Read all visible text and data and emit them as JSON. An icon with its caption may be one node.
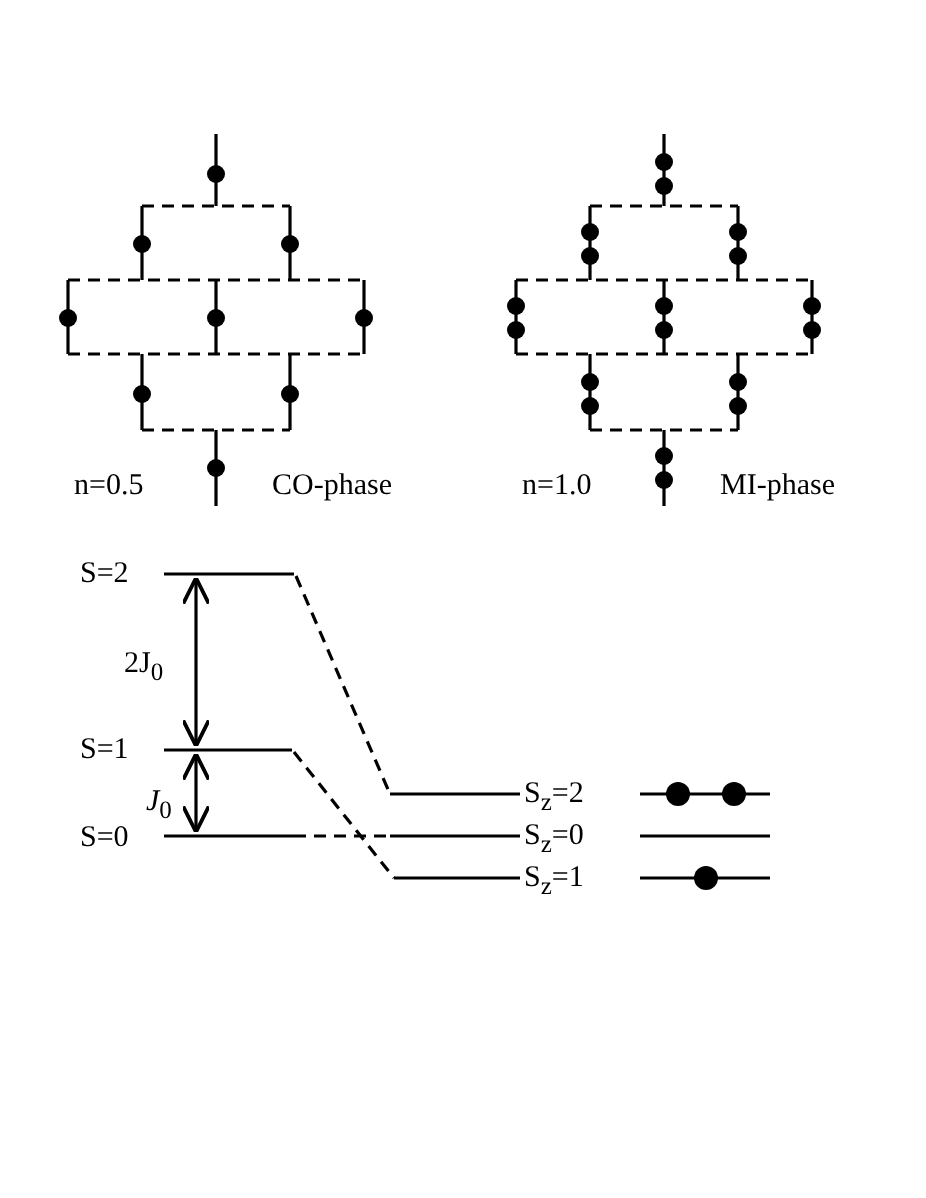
{
  "diagram": {
    "labels": [
      "n=0.5",
      "CO-phase",
      "n=1.0",
      "MI-phase",
      "S=2",
      "2J$_{0}$",
      "S=1",
      "*J*$_{0}$",
      "S=0",
      "S$_{z}$=2",
      "S$_{z}$=0",
      "S$_{z}$=1"
    ]
  }
}
